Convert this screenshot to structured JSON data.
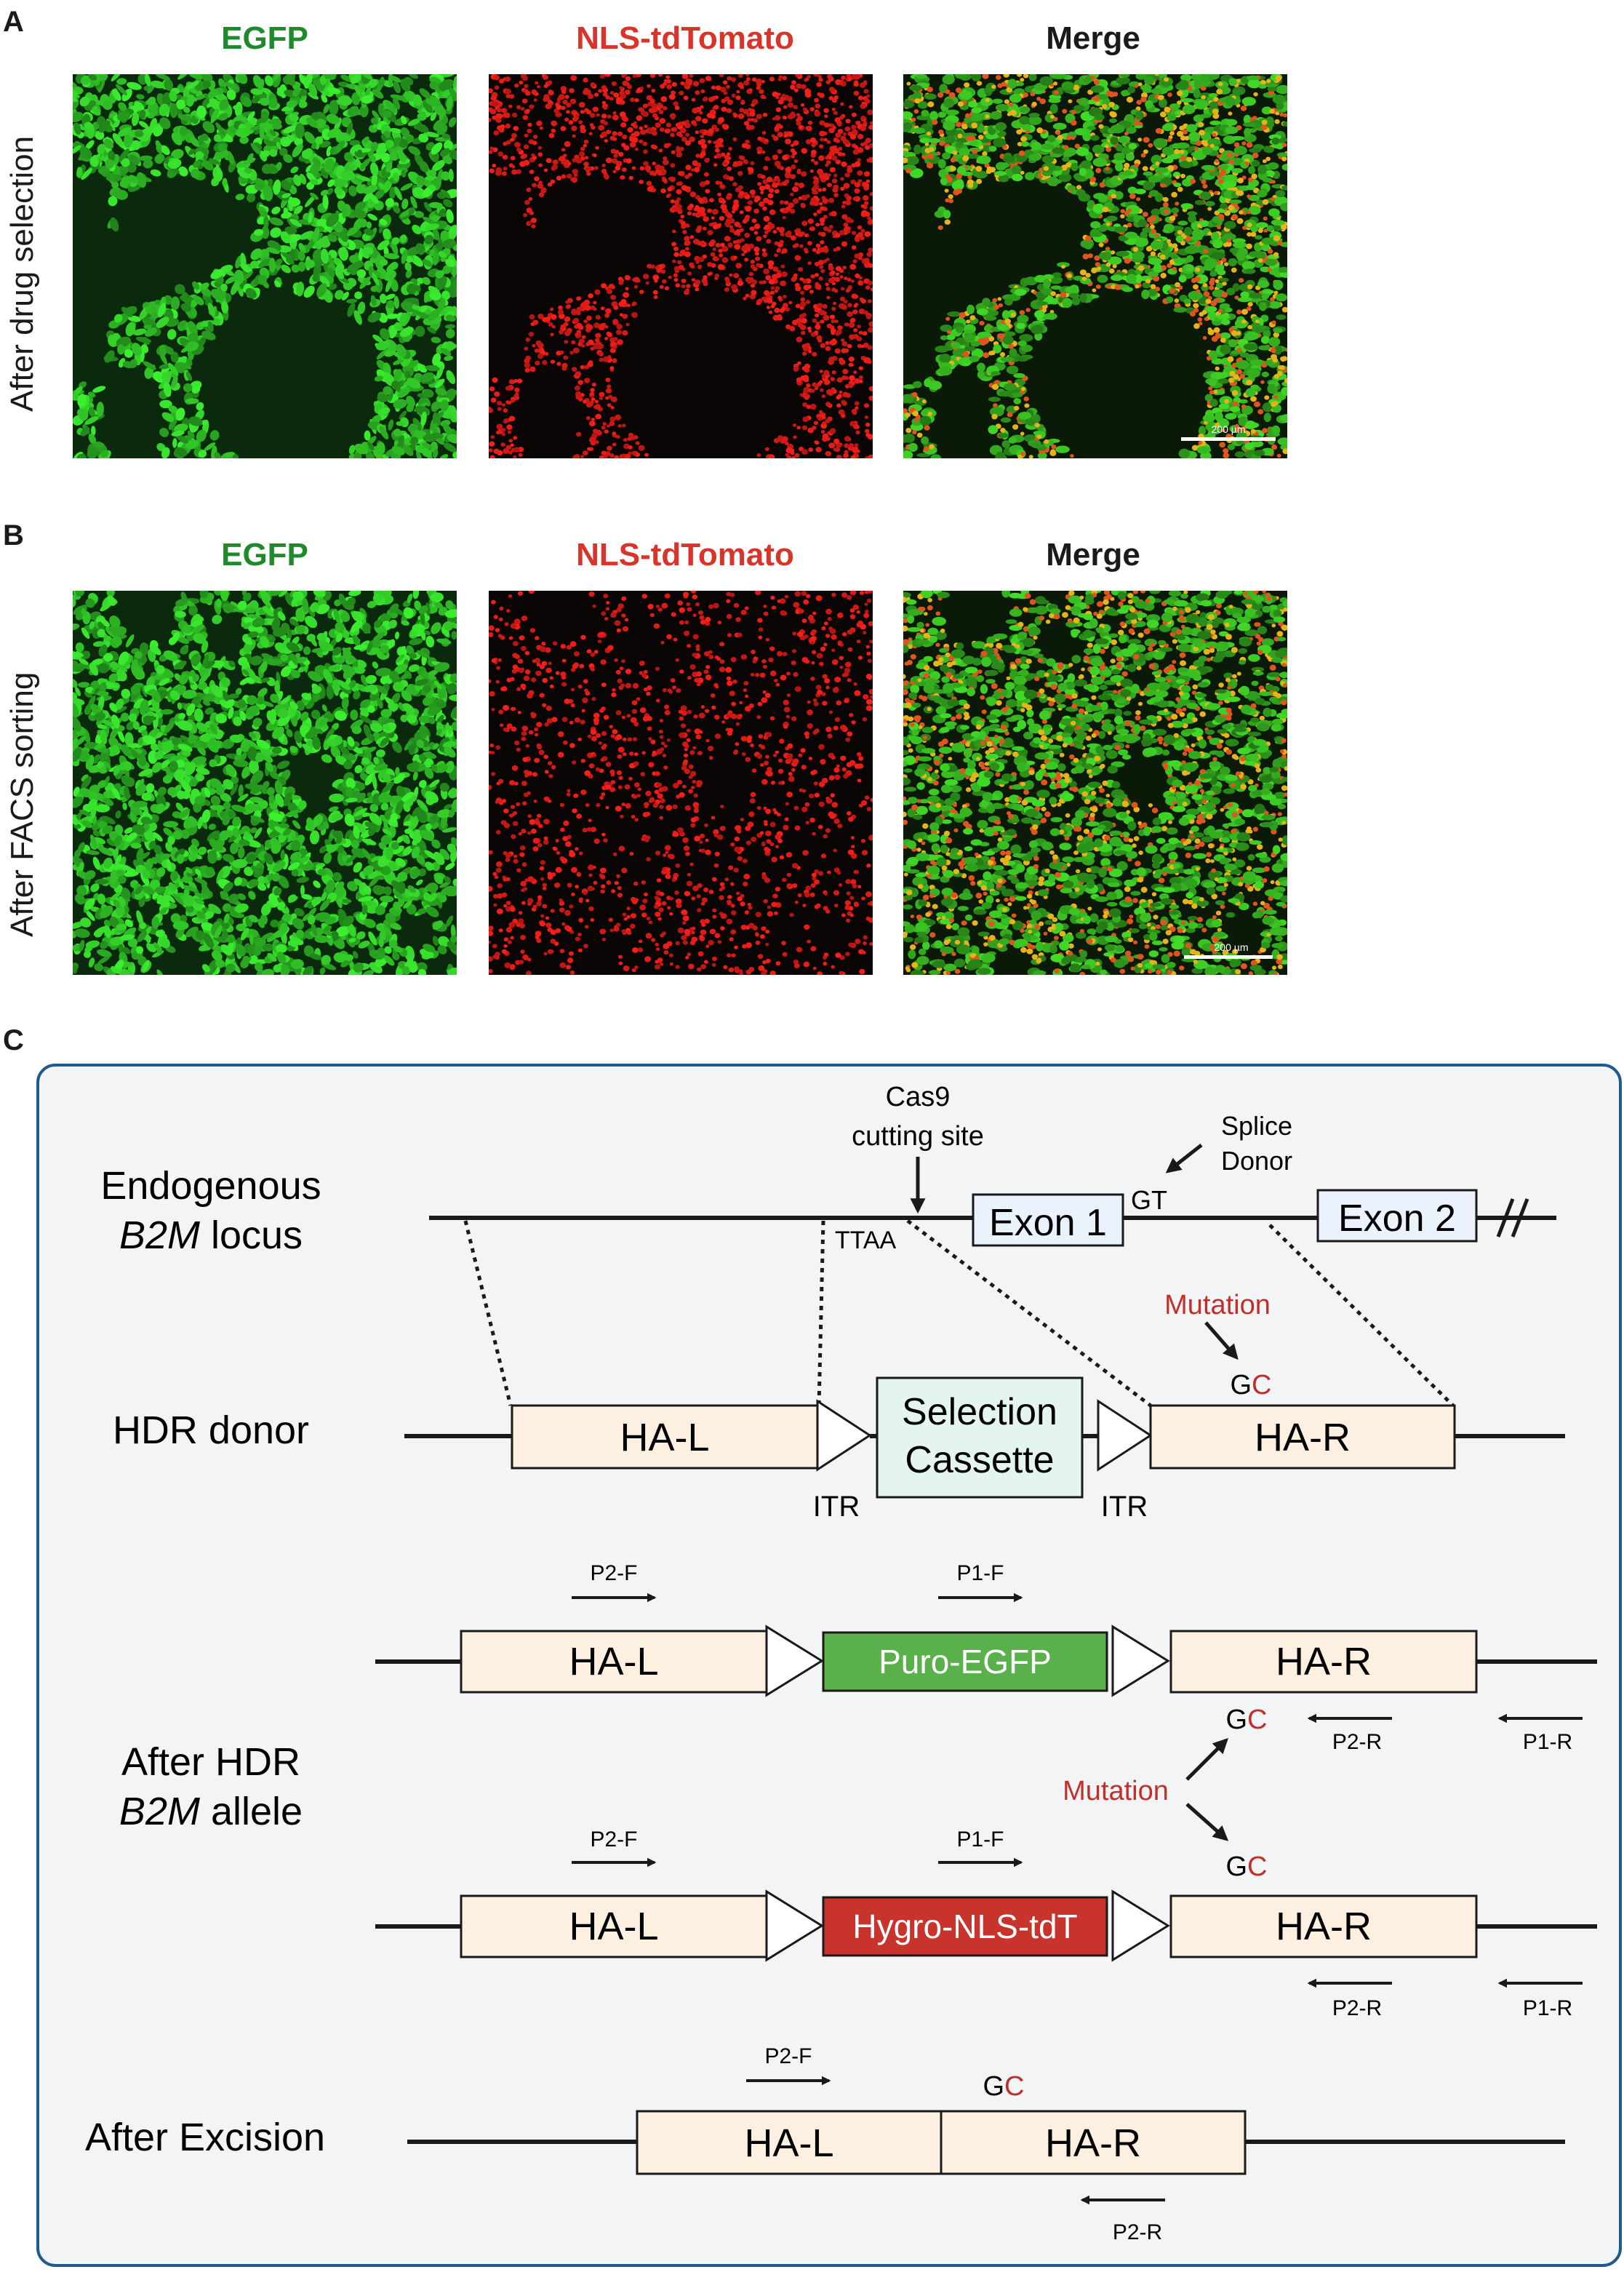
{
  "panels": {
    "a": {
      "letter": "A",
      "row_label": "After drug selection",
      "columns": [
        "EGFP",
        "NLS-tdTomato",
        "Merge"
      ],
      "scale_bar": "200 µm"
    },
    "b": {
      "letter": "B",
      "row_label": "After FACS sorting",
      "columns": [
        "EGFP",
        "NLS-tdTomato",
        "Merge"
      ],
      "scale_bar": "200 µm"
    },
    "c": {
      "letter": "C"
    }
  },
  "colors": {
    "egfp": "#1f8a2b",
    "tdtomato": "#d8342a",
    "merge": "#1a1a1a",
    "mutation": "#c0302a",
    "homology_arm": "#fdf0e0",
    "exon": "#eaf2fb",
    "cassette": "#e4f5f1",
    "puro_egfp": "#5ab04a",
    "hygro_tdt": "#c8332c",
    "frame": "#1f5a8f",
    "frame_bg": "#f3f4f6"
  },
  "diagram": {
    "endogenous": {
      "label_line1": "Endogenous",
      "label_line2_italic": "B2M",
      "label_line2_rest": " locus",
      "cas9_line1": "Cas9",
      "cas9_line2": "cutting site",
      "splice_line1": "Splice",
      "splice_line2": "Donor",
      "gt": "GT",
      "ttaa": "TTAA",
      "exon1": "Exon 1",
      "exon2": "Exon 2"
    },
    "hdr_donor": {
      "label": "HDR donor",
      "ha_l": "HA-L",
      "ha_r": "HA-R",
      "cassette_line1": "Selection",
      "cassette_line2": "Cassette",
      "itr": "ITR",
      "mutation": "Mutation",
      "gc_g": "G",
      "gc_c": "C"
    },
    "after_hdr": {
      "label_line1": "After HDR",
      "label_line2_italic": "B2M",
      "label_line2_rest": " allele",
      "allele1_cassette": "Puro-EGFP",
      "allele2_cassette": "Hygro-NLS-tdT",
      "ha_l": "HA-L",
      "ha_r": "HA-R",
      "p2f": "P2-F",
      "p1f": "P1-F",
      "p2r": "P2-R",
      "p1r": "P1-R",
      "mutation": "Mutation",
      "gc_g": "G",
      "gc_c": "C"
    },
    "after_excision": {
      "label": "After Excision",
      "ha_l": "HA-L",
      "ha_r": "HA-R",
      "p2f": "P2-F",
      "p2r": "P2-R",
      "gc_g": "G",
      "gc_c": "C"
    }
  }
}
